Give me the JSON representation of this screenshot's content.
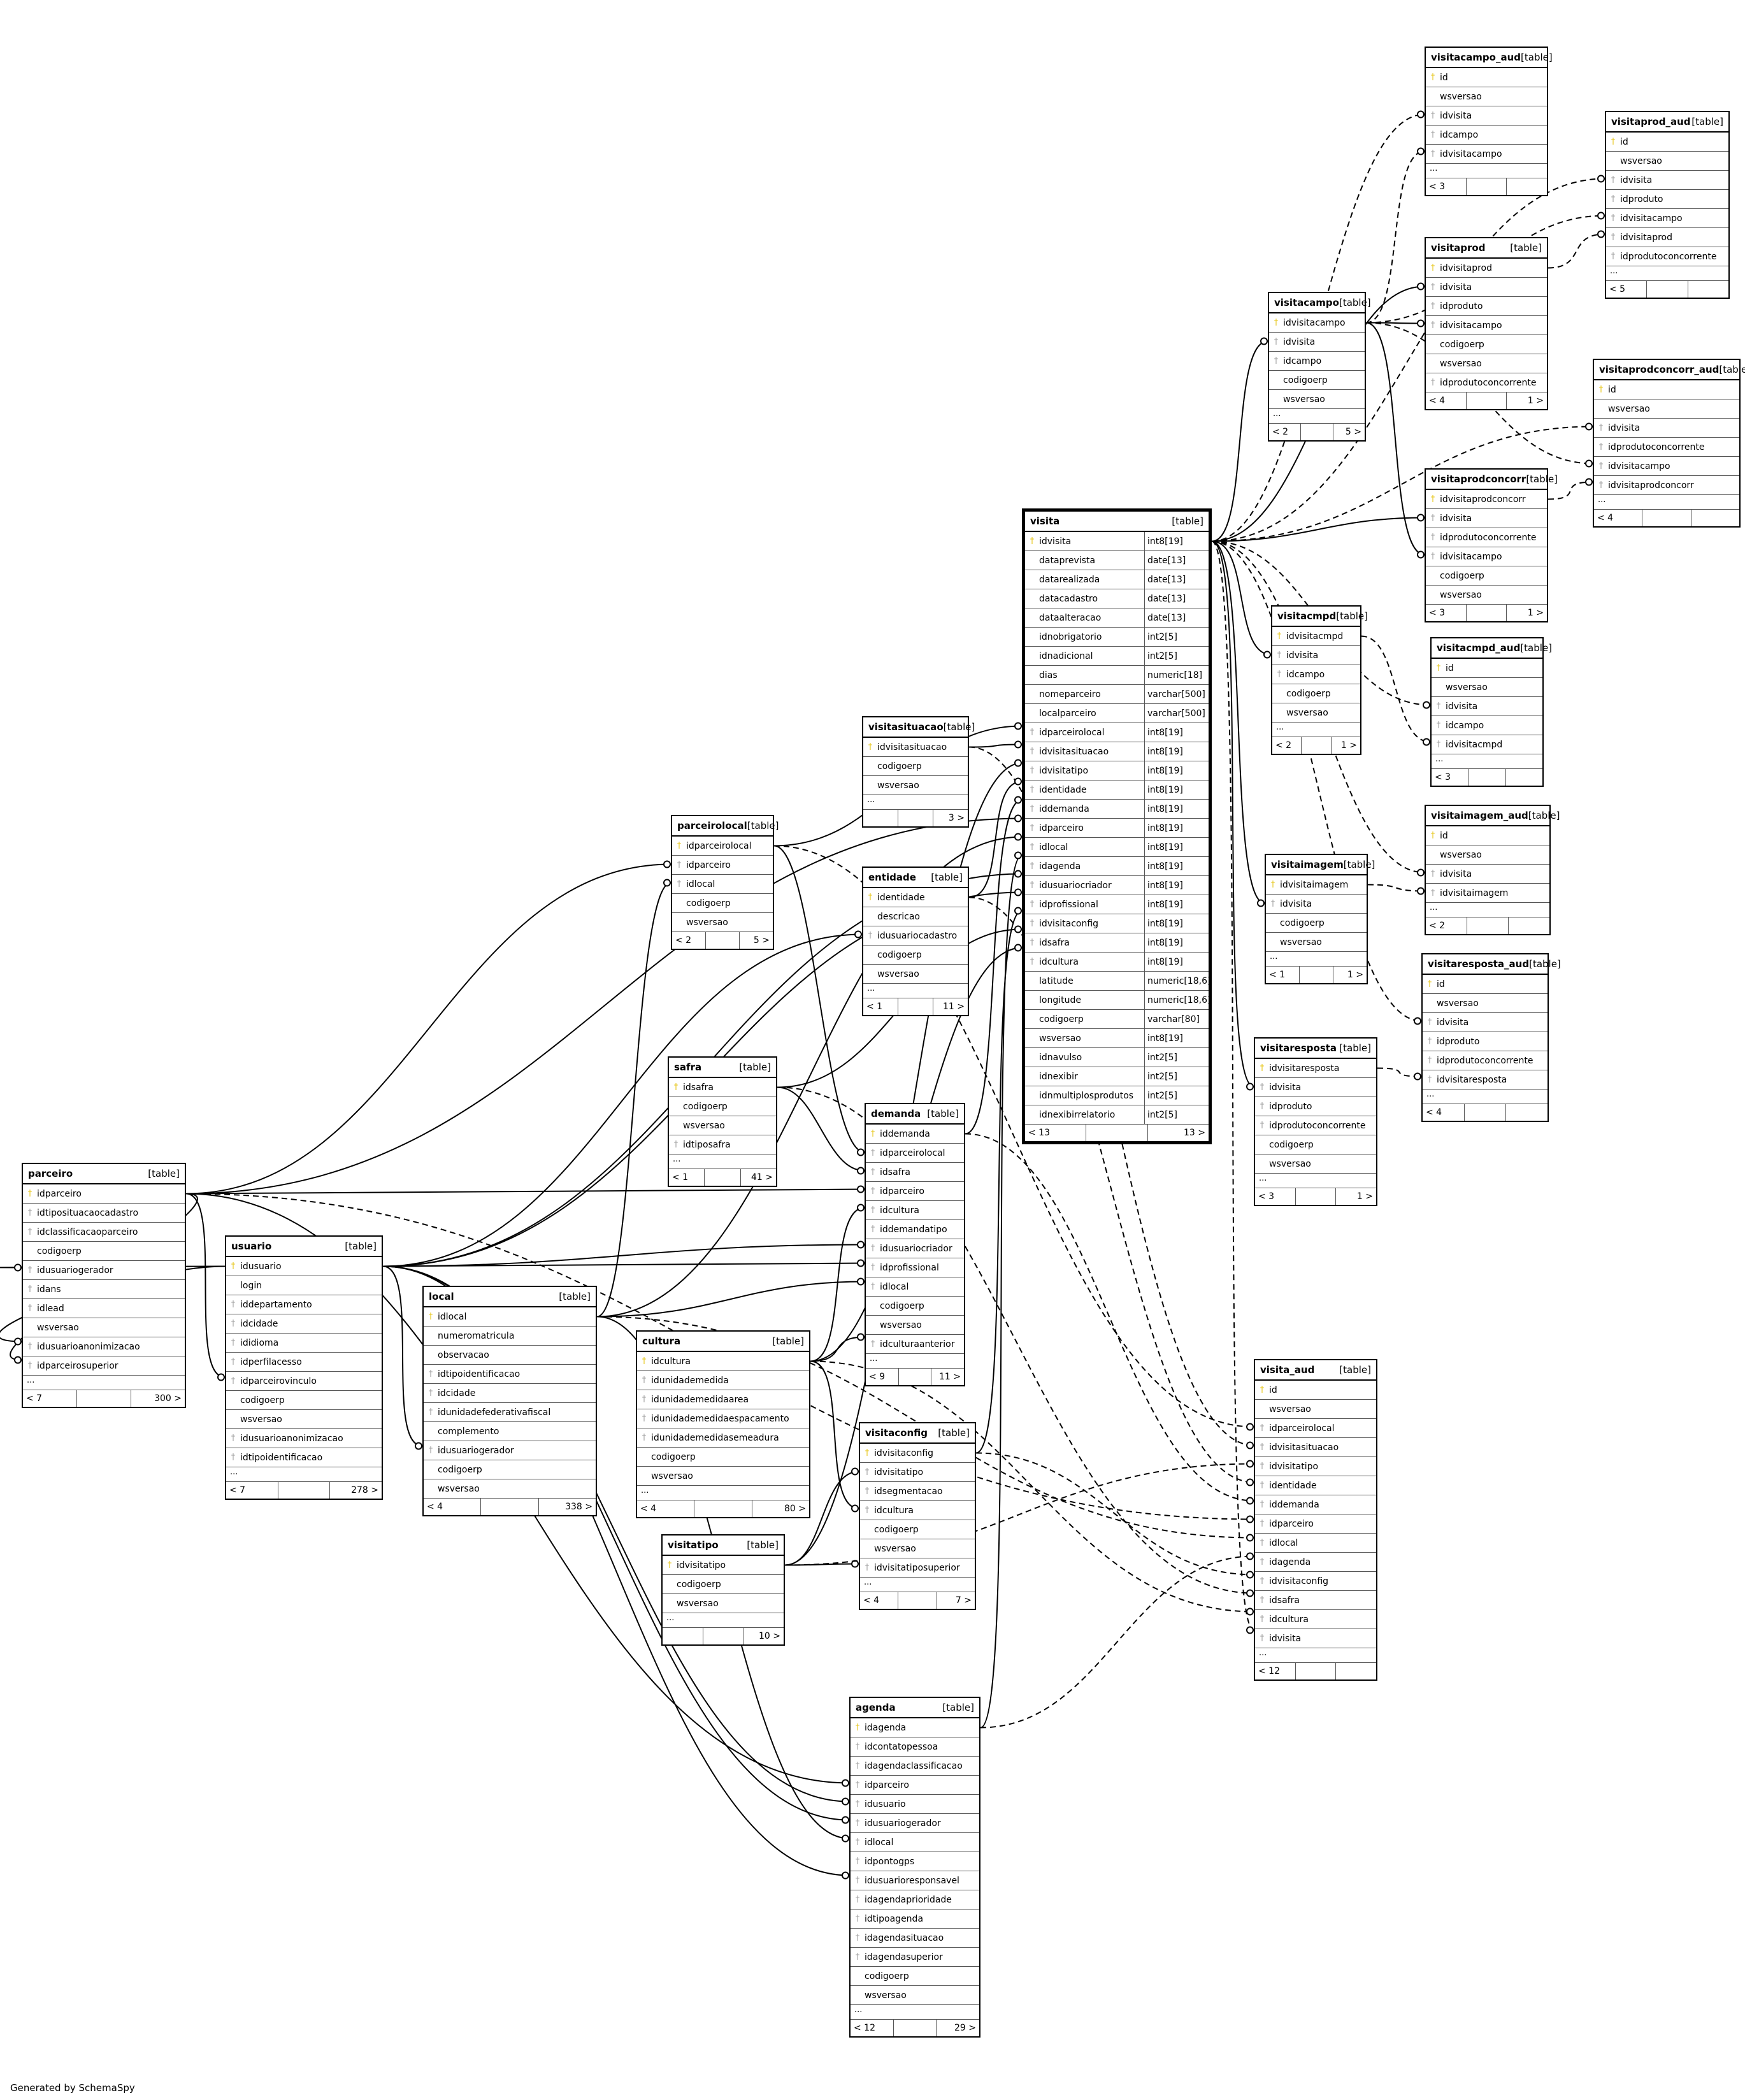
{
  "generated_by": "Generated by SchemaSpy",
  "tables": [
    {
      "name": "visitacampo_aud",
      "type": "[table]",
      "cols": [
        [
          "id",
          "pk"
        ],
        [
          "wsversao",
          ""
        ],
        [
          "idvisita",
          "fk"
        ],
        [
          "idcampo",
          "fk"
        ],
        [
          "idvisitacampo",
          "fk"
        ]
      ],
      "more": true,
      "foot": [
        "< 3",
        "",
        ""
      ]
    },
    {
      "name": "visitaprod_aud",
      "type": "[table]",
      "cols": [
        [
          "id",
          "pk"
        ],
        [
          "wsversao",
          ""
        ],
        [
          "idvisita",
          "fk"
        ],
        [
          "idproduto",
          "fk"
        ],
        [
          "idvisitacampo",
          "fk"
        ],
        [
          "idvisitaprod",
          "fk"
        ],
        [
          "idprodutoconcorrente",
          "fk"
        ]
      ],
      "more": true,
      "foot": [
        "< 5",
        "",
        ""
      ]
    },
    {
      "name": "visitaprod",
      "type": "[table]",
      "cols": [
        [
          "idvisitaprod",
          "pk"
        ],
        [
          "idvisita",
          "fk"
        ],
        [
          "idproduto",
          "fk"
        ],
        [
          "idvisitacampo",
          "fk"
        ],
        [
          "codigoerp",
          ""
        ],
        [
          "wsversao",
          ""
        ],
        [
          "idprodutoconcorrente",
          "fk"
        ]
      ],
      "more": false,
      "foot": [
        "< 4",
        "",
        "1 >"
      ]
    },
    {
      "name": "visitacampo",
      "type": "[table]",
      "cols": [
        [
          "idvisitacampo",
          "pk"
        ],
        [
          "idvisita",
          "fk"
        ],
        [
          "idcampo",
          "fk"
        ],
        [
          "codigoerp",
          ""
        ],
        [
          "wsversao",
          ""
        ]
      ],
      "more": true,
      "foot": [
        "< 2",
        "",
        "5 >"
      ]
    },
    {
      "name": "visitaprodconcorr_aud",
      "type": "[table]",
      "cols": [
        [
          "id",
          "pk"
        ],
        [
          "wsversao",
          ""
        ],
        [
          "idvisita",
          "fk"
        ],
        [
          "idprodutoconcorrente",
          "fk"
        ],
        [
          "idvisitacampo",
          "fk"
        ],
        [
          "idvisitaprodconcorr",
          "fk"
        ]
      ],
      "more": true,
      "foot": [
        "< 4",
        "",
        ""
      ]
    },
    {
      "name": "visitaprodconcorr",
      "type": "[table]",
      "cols": [
        [
          "idvisitaprodconcorr",
          "pk"
        ],
        [
          "idvisita",
          "fk"
        ],
        [
          "idprodutoconcorrente",
          "fk"
        ],
        [
          "idvisitacampo",
          "fk"
        ],
        [
          "codigoerp",
          ""
        ],
        [
          "wsversao",
          ""
        ]
      ],
      "more": false,
      "foot": [
        "< 3",
        "",
        "1 >"
      ]
    },
    {
      "name": "visita",
      "type": "[table]",
      "main": true,
      "cols": [
        [
          "idvisita",
          "pk",
          "int8[19]"
        ],
        [
          "dataprevista",
          "",
          "date[13]"
        ],
        [
          "datarealizada",
          "",
          "date[13]"
        ],
        [
          "datacadastro",
          "",
          "date[13]"
        ],
        [
          "dataalteracao",
          "",
          "date[13]"
        ],
        [
          "idnobrigatorio",
          "",
          "int2[5]"
        ],
        [
          "idnadicional",
          "",
          "int2[5]"
        ],
        [
          "dias",
          "",
          "numeric[18]"
        ],
        [
          "nomeparceiro",
          "",
          "varchar[500]"
        ],
        [
          "localparceiro",
          "",
          "varchar[500]"
        ],
        [
          "idparceirolocal",
          "fk",
          "int8[19]"
        ],
        [
          "idvisitasituacao",
          "fk",
          "int8[19]"
        ],
        [
          "idvisitatipo",
          "fk",
          "int8[19]"
        ],
        [
          "identidade",
          "fk",
          "int8[19]"
        ],
        [
          "iddemanda",
          "fk",
          "int8[19]"
        ],
        [
          "idparceiro",
          "fk",
          "int8[19]"
        ],
        [
          "idlocal",
          "fk",
          "int8[19]"
        ],
        [
          "idagenda",
          "fk",
          "int8[19]"
        ],
        [
          "idusuariocriador",
          "fk",
          "int8[19]"
        ],
        [
          "idprofissional",
          "fk",
          "int8[19]"
        ],
        [
          "idvisitaconfig",
          "fk",
          "int8[19]"
        ],
        [
          "idsafra",
          "fk",
          "int8[19]"
        ],
        [
          "idcultura",
          "fk",
          "int8[19]"
        ],
        [
          "latitude",
          "",
          "numeric[18,6]"
        ],
        [
          "longitude",
          "",
          "numeric[18,6]"
        ],
        [
          "codigoerp",
          "",
          "varchar[80]"
        ],
        [
          "wsversao",
          "",
          "int8[19]"
        ],
        [
          "idnavulso",
          "",
          "int2[5]"
        ],
        [
          "idnexibir",
          "",
          "int2[5]"
        ],
        [
          "idnmultiplosprodutos",
          "",
          "int2[5]"
        ],
        [
          "idnexibirrelatorio",
          "",
          "int2[5]"
        ]
      ],
      "more": false,
      "foot": [
        "< 13",
        "",
        "13 >"
      ]
    },
    {
      "name": "visitacmpd",
      "type": "[table]",
      "cols": [
        [
          "idvisitacmpd",
          "pk"
        ],
        [
          "idvisita",
          "fk"
        ],
        [
          "idcampo",
          "fk"
        ],
        [
          "codigoerp",
          ""
        ],
        [
          "wsversao",
          ""
        ]
      ],
      "more": true,
      "foot": [
        "< 2",
        "",
        "1 >"
      ]
    },
    {
      "name": "visitacmpd_aud",
      "type": "[table]",
      "cols": [
        [
          "id",
          "pk"
        ],
        [
          "wsversao",
          ""
        ],
        [
          "idvisita",
          "fk"
        ],
        [
          "idcampo",
          "fk"
        ],
        [
          "idvisitacmpd",
          "fk"
        ]
      ],
      "more": true,
      "foot": [
        "< 3",
        "",
        ""
      ]
    },
    {
      "name": "visitaimagem_aud",
      "type": "[table]",
      "cols": [
        [
          "id",
          "pk"
        ],
        [
          "wsversao",
          ""
        ],
        [
          "idvisita",
          "fk"
        ],
        [
          "idvisitaimagem",
          "fk"
        ]
      ],
      "more": true,
      "foot": [
        "< 2",
        "",
        ""
      ]
    },
    {
      "name": "visitaimagem",
      "type": "[table]",
      "cols": [
        [
          "idvisitaimagem",
          "pk"
        ],
        [
          "idvisita",
          "fk"
        ],
        [
          "codigoerp",
          ""
        ],
        [
          "wsversao",
          ""
        ]
      ],
      "more": true,
      "foot": [
        "< 1",
        "",
        "1 >"
      ]
    },
    {
      "name": "visitaresposta_aud",
      "type": "[table]",
      "cols": [
        [
          "id",
          "pk"
        ],
        [
          "wsversao",
          ""
        ],
        [
          "idvisita",
          "fk"
        ],
        [
          "idproduto",
          "fk"
        ],
        [
          "idprodutoconcorrente",
          "fk"
        ],
        [
          "idvisitaresposta",
          "fk"
        ]
      ],
      "more": true,
      "foot": [
        "< 4",
        "",
        ""
      ]
    },
    {
      "name": "visitaresposta",
      "type": "[table]",
      "cols": [
        [
          "idvisitaresposta",
          "pk"
        ],
        [
          "idvisita",
          "fk"
        ],
        [
          "idproduto",
          "fk"
        ],
        [
          "idprodutoconcorrente",
          "fk"
        ],
        [
          "codigoerp",
          ""
        ],
        [
          "wsversao",
          ""
        ]
      ],
      "more": true,
      "foot": [
        "< 3",
        "",
        "1 >"
      ]
    },
    {
      "name": "visitasituacao",
      "type": "[table]",
      "cols": [
        [
          "idvisitasituacao",
          "pk"
        ],
        [
          "codigoerp",
          ""
        ],
        [
          "wsversao",
          ""
        ]
      ],
      "more": true,
      "foot": [
        "",
        "",
        "3 >"
      ]
    },
    {
      "name": "parceirolocal",
      "type": "[table]",
      "cols": [
        [
          "idparceirolocal",
          "pk"
        ],
        [
          "idparceiro",
          "fk"
        ],
        [
          "idlocal",
          "fk"
        ],
        [
          "codigoerp",
          ""
        ],
        [
          "wsversao",
          ""
        ]
      ],
      "more": false,
      "foot": [
        "< 2",
        "",
        "5 >"
      ]
    },
    {
      "name": "entidade",
      "type": "[table]",
      "cols": [
        [
          "identidade",
          "pk"
        ],
        [
          "descricao",
          ""
        ],
        [
          "idusuariocadastro",
          "fk"
        ],
        [
          "codigoerp",
          ""
        ],
        [
          "wsversao",
          ""
        ]
      ],
      "more": true,
      "foot": [
        "< 1",
        "",
        "11 >"
      ]
    },
    {
      "name": "safra",
      "type": "[table]",
      "cols": [
        [
          "idsafra",
          "pk"
        ],
        [
          "codigoerp",
          ""
        ],
        [
          "wsversao",
          ""
        ],
        [
          "idtiposafra",
          "fk"
        ]
      ],
      "more": true,
      "foot": [
        "< 1",
        "",
        "41 >"
      ]
    },
    {
      "name": "demanda",
      "type": "[table]",
      "cols": [
        [
          "iddemanda",
          "pk"
        ],
        [
          "idparceirolocal",
          "fk"
        ],
        [
          "idsafra",
          "fk"
        ],
        [
          "idparceiro",
          "fk"
        ],
        [
          "idcultura",
          "fk"
        ],
        [
          "iddemandatipo",
          "fk"
        ],
        [
          "idusuariocriador",
          "fk"
        ],
        [
          "idprofissional",
          "fk"
        ],
        [
          "idlocal",
          "fk"
        ],
        [
          "codigoerp",
          ""
        ],
        [
          "wsversao",
          ""
        ],
        [
          "idculturaanterior",
          "fk"
        ]
      ],
      "more": true,
      "foot": [
        "< 9",
        "",
        "11 >"
      ]
    },
    {
      "name": "parceiro",
      "type": "[table]",
      "cols": [
        [
          "idparceiro",
          "pk"
        ],
        [
          "idtiposituacaocadastro",
          "fk"
        ],
        [
          "idclassificacaoparceiro",
          "fk"
        ],
        [
          "codigoerp",
          ""
        ],
        [
          "idusuariogerador",
          "fk"
        ],
        [
          "idans",
          "fk"
        ],
        [
          "idlead",
          "fk"
        ],
        [
          "wsversao",
          ""
        ],
        [
          "idusuarioanonimizacao",
          "fk"
        ],
        [
          "idparceirosuperior",
          "fk"
        ]
      ],
      "more": true,
      "foot": [
        "< 7",
        "",
        "300 >"
      ]
    },
    {
      "name": "usuario",
      "type": "[table]",
      "cols": [
        [
          "idusuario",
          "pk"
        ],
        [
          "login",
          ""
        ],
        [
          "iddepartamento",
          "fk"
        ],
        [
          "idcidade",
          "fk"
        ],
        [
          "ididioma",
          "fk"
        ],
        [
          "idperfilacesso",
          "fk"
        ],
        [
          "idparceirovinculo",
          "fk"
        ],
        [
          "codigoerp",
          ""
        ],
        [
          "wsversao",
          ""
        ],
        [
          "idusuarioanonimizacao",
          "fk"
        ],
        [
          "idtipoidentificacao",
          "fk"
        ]
      ],
      "more": true,
      "foot": [
        "< 7",
        "",
        "278 >"
      ]
    },
    {
      "name": "local",
      "type": "[table]",
      "cols": [
        [
          "idlocal",
          "pk"
        ],
        [
          "numeromatricula",
          ""
        ],
        [
          "observacao",
          ""
        ],
        [
          "idtipoidentificacao",
          "fk"
        ],
        [
          "idcidade",
          "fk"
        ],
        [
          "idunidadefederativafiscal",
          "fk"
        ],
        [
          "complemento",
          ""
        ],
        [
          "idusuariogerador",
          "fk"
        ],
        [
          "codigoerp",
          ""
        ],
        [
          "wsversao",
          ""
        ]
      ],
      "more": false,
      "foot": [
        "< 4",
        "",
        "338 >"
      ]
    },
    {
      "name": "cultura",
      "type": "[table]",
      "cols": [
        [
          "idcultura",
          "pk"
        ],
        [
          "idunidademedida",
          "fk"
        ],
        [
          "idunidademedidaarea",
          "fk"
        ],
        [
          "idunidademedidaespacamento",
          "fk"
        ],
        [
          "idunidademedidasemeadura",
          "fk"
        ],
        [
          "codigoerp",
          ""
        ],
        [
          "wsversao",
          ""
        ]
      ],
      "more": true,
      "foot": [
        "< 4",
        "",
        "80 >"
      ]
    },
    {
      "name": "visitaconfig",
      "type": "[table]",
      "cols": [
        [
          "idvisitaconfig",
          "pk"
        ],
        [
          "idvisitatipo",
          "fk"
        ],
        [
          "idsegmentacao",
          "fk"
        ],
        [
          "idcultura",
          "fk"
        ],
        [
          "codigoerp",
          ""
        ],
        [
          "wsversao",
          ""
        ],
        [
          "idvisitatiposuperior",
          "fk"
        ]
      ],
      "more": true,
      "foot": [
        "< 4",
        "",
        "7 >"
      ]
    },
    {
      "name": "visitatipo",
      "type": "[table]",
      "cols": [
        [
          "idvisitatipo",
          "pk"
        ],
        [
          "codigoerp",
          ""
        ],
        [
          "wsversao",
          ""
        ]
      ],
      "more": true,
      "foot": [
        "",
        "",
        "10 >"
      ]
    },
    {
      "name": "visita_aud",
      "type": "[table]",
      "cols": [
        [
          "id",
          "pk"
        ],
        [
          "wsversao",
          ""
        ],
        [
          "idparceirolocal",
          "fk"
        ],
        [
          "idvisitasituacao",
          "fk"
        ],
        [
          "idvisitatipo",
          "fk"
        ],
        [
          "identidade",
          "fk"
        ],
        [
          "iddemanda",
          "fk"
        ],
        [
          "idparceiro",
          "fk"
        ],
        [
          "idlocal",
          "fk"
        ],
        [
          "idagenda",
          "fk"
        ],
        [
          "idvisitaconfig",
          "fk"
        ],
        [
          "idsafra",
          "fk"
        ],
        [
          "idcultura",
          "fk"
        ],
        [
          "idvisita",
          "fk"
        ]
      ],
      "more": true,
      "foot": [
        "< 12",
        "",
        ""
      ]
    },
    {
      "name": "agenda",
      "type": "[table]",
      "cols": [
        [
          "idagenda",
          "pk"
        ],
        [
          "idcontatopessoa",
          "fk"
        ],
        [
          "idagendaclassificacao",
          "fk"
        ],
        [
          "idparceiro",
          "fk"
        ],
        [
          "idusuario",
          "fk"
        ],
        [
          "idusuariogerador",
          "fk"
        ],
        [
          "idlocal",
          "fk"
        ],
        [
          "idpontogps",
          "fk"
        ],
        [
          "idusuarioresponsavel",
          "fk"
        ],
        [
          "idagendaprioridade",
          "fk"
        ],
        [
          "idtipoagenda",
          "fk"
        ],
        [
          "idagendasituacao",
          "fk"
        ],
        [
          "idagendasuperior",
          "fk"
        ],
        [
          "codigoerp",
          ""
        ],
        [
          "wsversao",
          ""
        ]
      ],
      "more": true,
      "foot": [
        "< 12",
        "",
        "29 >"
      ]
    }
  ]
}
